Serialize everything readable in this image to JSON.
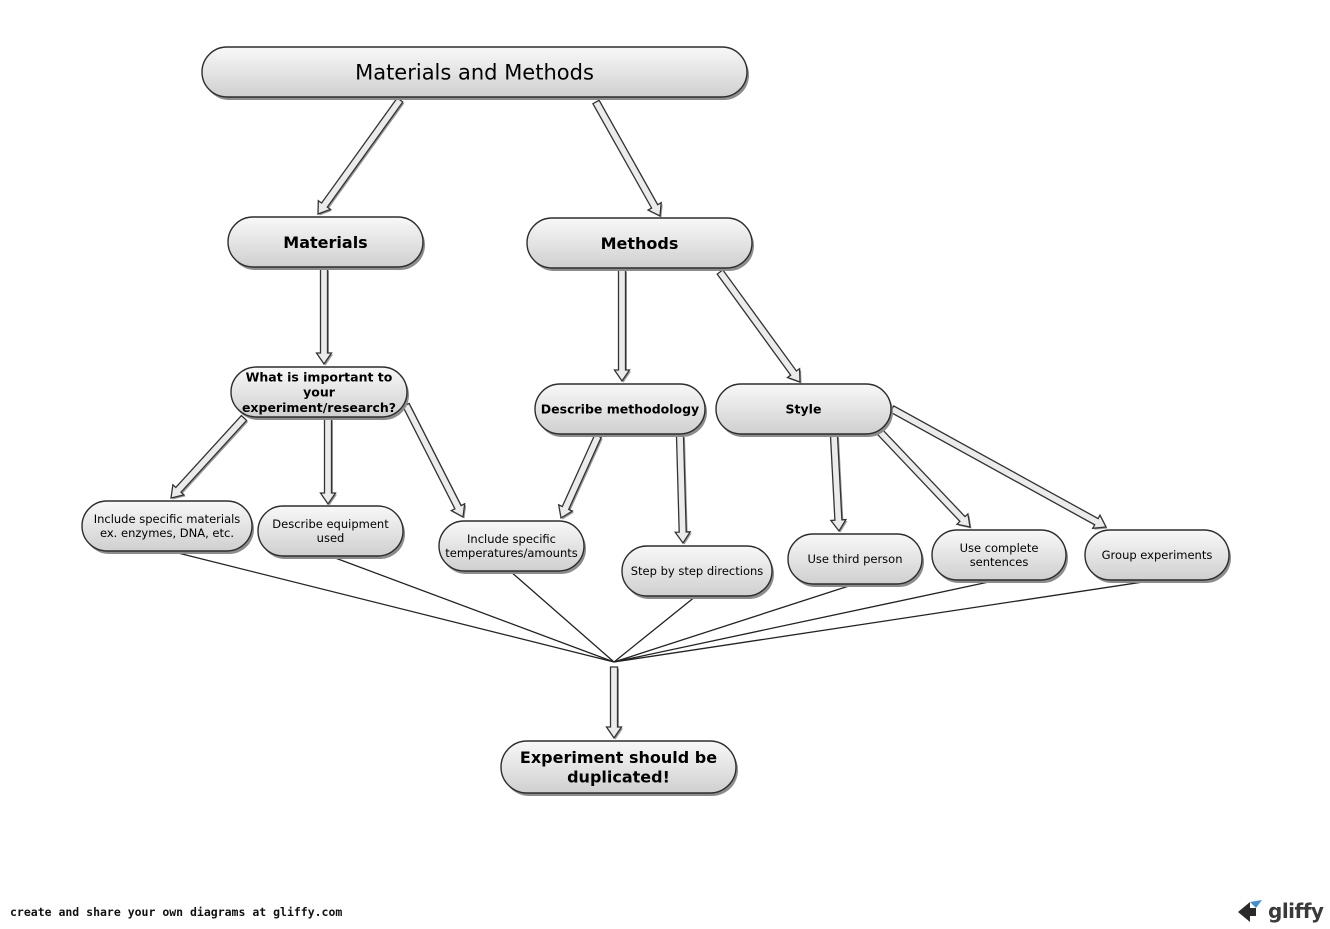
{
  "diagram": {
    "nodes": {
      "root": {
        "lines": [
          "Materials and Methods"
        ]
      },
      "materials": {
        "lines": [
          "Materials"
        ]
      },
      "methods": {
        "lines": [
          "Methods"
        ]
      },
      "important": {
        "lines": [
          "What is important to",
          "your",
          "experiment/research?"
        ]
      },
      "describe_methodology": {
        "lines": [
          "Describe methodology"
        ]
      },
      "style": {
        "lines": [
          "Style"
        ]
      },
      "specific_materials": {
        "lines": [
          "Include specific materials",
          "ex. enzymes, DNA, etc."
        ]
      },
      "describe_equipment": {
        "lines": [
          "Describe equipment",
          "used"
        ]
      },
      "specific_temps": {
        "lines": [
          "Include specific",
          "temperatures/amounts"
        ]
      },
      "step_by_step": {
        "lines": [
          "Step by step directions"
        ]
      },
      "third_person": {
        "lines": [
          "Use third person"
        ]
      },
      "complete_sentences": {
        "lines": [
          "Use complete",
          "sentences"
        ]
      },
      "group_experiments": {
        "lines": [
          "Group experiments"
        ]
      },
      "duplicated": {
        "lines": [
          "Experiment should be",
          "duplicated!"
        ]
      }
    },
    "arrows": [
      {
        "from": "root",
        "to": "materials"
      },
      {
        "from": "root",
        "to": "methods"
      },
      {
        "from": "materials",
        "to": "important"
      },
      {
        "from": "methods",
        "to": "describe_methodology"
      },
      {
        "from": "methods",
        "to": "style"
      },
      {
        "from": "important",
        "to": "specific_materials"
      },
      {
        "from": "important",
        "to": "describe_equipment"
      },
      {
        "from": "important",
        "to": "specific_temps"
      },
      {
        "from": "describe_methodology",
        "to": "specific_temps"
      },
      {
        "from": "describe_methodology",
        "to": "step_by_step"
      },
      {
        "from": "style",
        "to": "third_person"
      },
      {
        "from": "style",
        "to": "complete_sentences"
      },
      {
        "from": "style",
        "to": "group_experiments"
      },
      {
        "from": "convergence",
        "to": "duplicated"
      }
    ],
    "converging_lines_from": [
      "specific_materials",
      "describe_equipment",
      "specific_temps",
      "step_by_step",
      "third_person",
      "complete_sentences",
      "group_experiments"
    ]
  },
  "footer": {
    "text": "create and share your own diagrams at gliffy.com",
    "logo_text": "gliffy"
  }
}
